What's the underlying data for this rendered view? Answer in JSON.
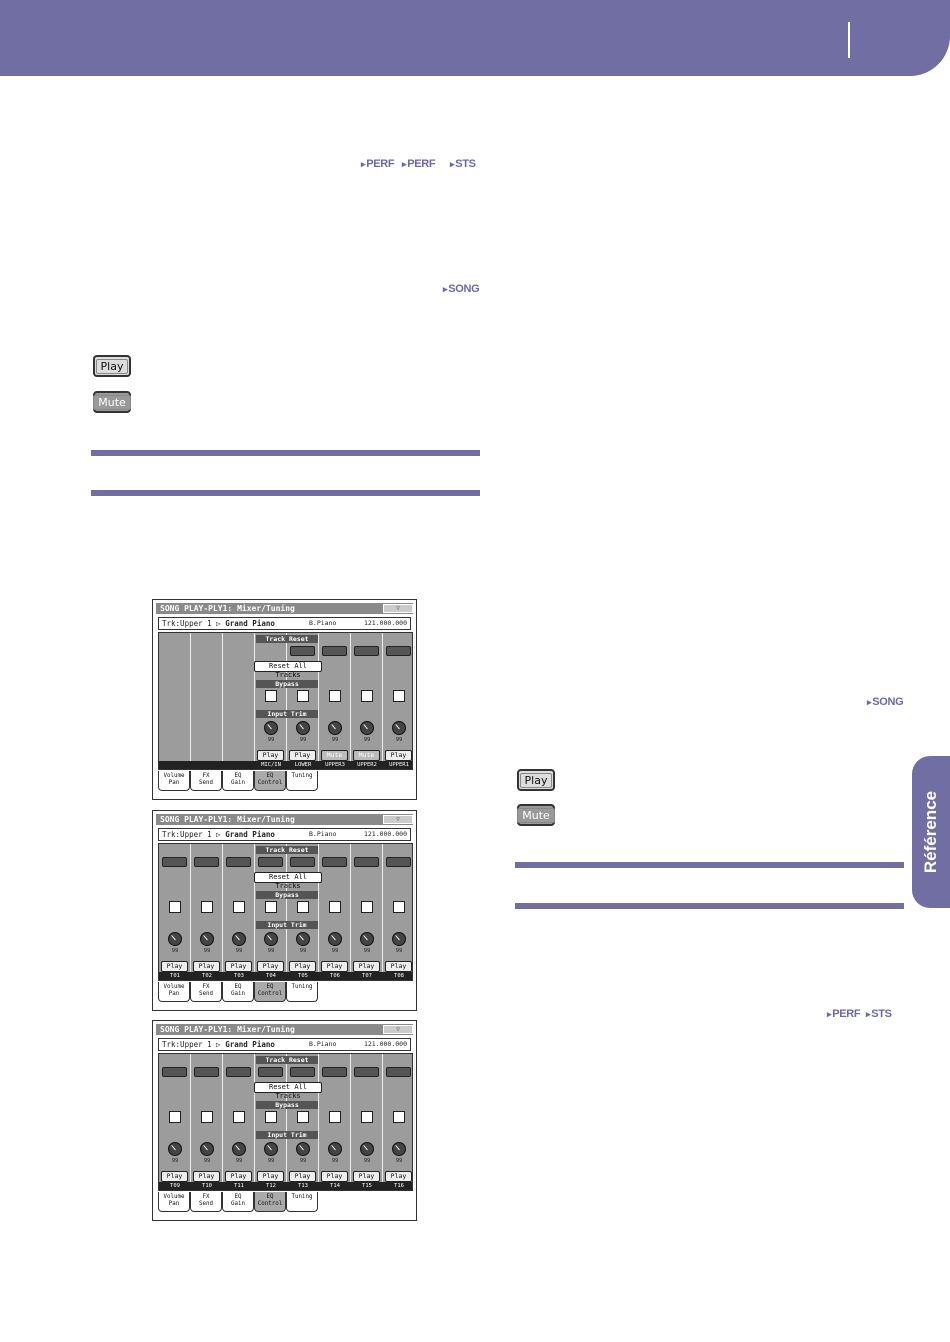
{
  "header": {
    "side_tab": "Référence"
  },
  "tags": {
    "perf1": "PERF",
    "perf2": "PERF",
    "sts1": "STS",
    "song1": "SONG",
    "song2": "SONG",
    "perf3": "PERF",
    "sts2": "STS"
  },
  "buttons": {
    "play_left": "Play",
    "mute_left": "Mute",
    "play_right": "Play",
    "mute_right": "Mute"
  },
  "lcd": {
    "title": "SONG PLAY-PLY1: Mixer/Tuning",
    "track_prefix": "Trk:Upper 1 ",
    "track_arrow": "▷",
    "sound_name": "Grand Piano",
    "bank": "B.Piano",
    "number": "121.000.000",
    "track_reset": "Track Reset",
    "reset_all": "Reset All Tracks",
    "bypass": "Bypass",
    "input_trim": "Input Trim",
    "knob_value": "99",
    "play": "Play",
    "mute": "Mute",
    "tabs": [
      {
        "l1": "Volume",
        "l2": "Pan"
      },
      {
        "l1": "FX",
        "l2": "Send"
      },
      {
        "l1": "EQ",
        "l2": "Gain"
      },
      {
        "l1": "EQ",
        "l2": "Control"
      },
      {
        "l1": "Tuning",
        "l2": ""
      }
    ],
    "screen1_channels": [
      "",
      "",
      "",
      "MIC/IN",
      "LOWER",
      "UPPER3",
      "UPPER2",
      "UPPER1"
    ],
    "screen2_channels": [
      "T01",
      "T02",
      "T03",
      "T04",
      "T05",
      "T06",
      "T07",
      "T08"
    ],
    "screen3_channels": [
      "T09",
      "T10",
      "T11",
      "T12",
      "T13",
      "T14",
      "T15",
      "T16"
    ]
  }
}
